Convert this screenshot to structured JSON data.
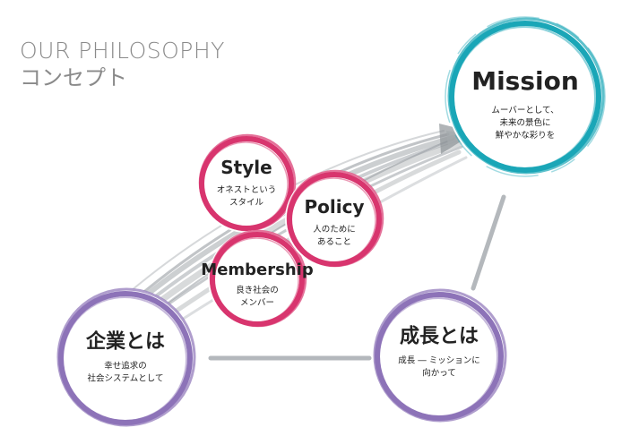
{
  "header": {
    "title_en": "OUR PHILOSOPHY",
    "title_ja": "コンセプト"
  },
  "colors": {
    "teal": "#1aa6b7",
    "pink": "#d8356e",
    "purple": "#8d73b8",
    "gray_connector": "#b4b8bc",
    "brush_gray": "#8e9499"
  },
  "nodes": {
    "mission": {
      "title": "Mission",
      "desc": "ムーバーとして、\n未来の景色に\n鮮やかな彩りを"
    },
    "style": {
      "title": "Style",
      "desc": "オネストという\nスタイル"
    },
    "policy": {
      "title": "Policy",
      "desc": "人のために\nあること"
    },
    "membership": {
      "title": "Membership",
      "desc": "良き社会の\nメンバー"
    },
    "kigyou": {
      "title": "企業とは",
      "desc": "幸せ追求の\n社会システムとして"
    },
    "seichou": {
      "title": "成長とは",
      "desc": "成長 ― ミッションに\n向かって"
    }
  }
}
